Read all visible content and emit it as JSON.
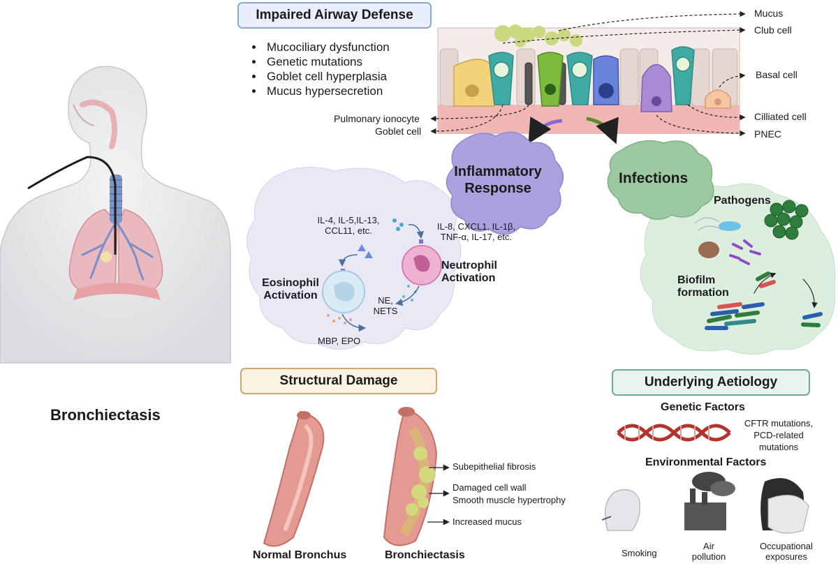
{
  "sections": {
    "impaired_airway": "Impaired Airway Defense",
    "structural_damage": "Structural Damage",
    "underlying_aetiology": "Underlying Aetiology"
  },
  "defense_bullets": [
    "Mucociliary dysfunction",
    "Genetic mutations",
    "Goblet cell hyperplasia",
    "Mucus hypersecretion"
  ],
  "cell_labels": {
    "mucus": "Mucus",
    "club_cell": "Club cell",
    "basal_cell": "Basal cell",
    "ciliated_cell": "Cilliated cell",
    "pnec": "PNEC",
    "pulmonary_ionocyte": "Pulmonary ionocyte",
    "goblet_cell": "Goblet cell"
  },
  "bronchiectasis_label": "Bronchiectasis",
  "inflammatory": {
    "title_line1": "Inflammatory",
    "title_line2": "Response",
    "cytokines_left_line1": "IL-4, IL-5,IL-13,",
    "cytokines_left_line2": "CCL11, etc.",
    "cytokines_right_line1": "IL-8, CXCL1, IL-1β,",
    "cytokines_right_line2": "TNF-α, IL-17, etc.",
    "neutrophil_line1": "Neutrophil",
    "neutrophil_line2": "Activation",
    "eosinophil_line1": "Eosinophil",
    "eosinophil_line2": "Activation",
    "ne_line1": "NE,",
    "ne_line2": "NETS",
    "mbp": "MBP, EPO"
  },
  "infections": {
    "title": "Infections",
    "pathogens": "Pathogens",
    "biofilm_line1": "Biofilm",
    "biofilm_line2": "formation"
  },
  "structural": {
    "subepithelial": "Subepithelial fibrosis",
    "damaged_wall": "Damaged cell wall",
    "smooth_muscle": "Smooth muscle hypertrophy",
    "increased_mucus": "Increased mucus",
    "normal_bronchus": "Normal Bronchus",
    "bronchiectasis": "Bronchiectasis"
  },
  "aetiology": {
    "genetic_factors": "Genetic Factors",
    "cftr_line1": "CFTR mutations,",
    "cftr_line2": "PCD-related",
    "cftr_line3": "mutations",
    "environmental_factors": "Environmental Factors",
    "smoking": "Smoking",
    "air_line1": "Air",
    "air_line2": "pollution",
    "occ_line1": "Occupational",
    "occ_line2": "exposures"
  },
  "colors": {
    "inflammatory_blob": "#a9a2de",
    "infection_blob": "#9fc9a4",
    "eosinophil_bg": "#e7e6f4",
    "biofilm_bg": "#dcefe0",
    "bronchus": "#d98a86"
  }
}
